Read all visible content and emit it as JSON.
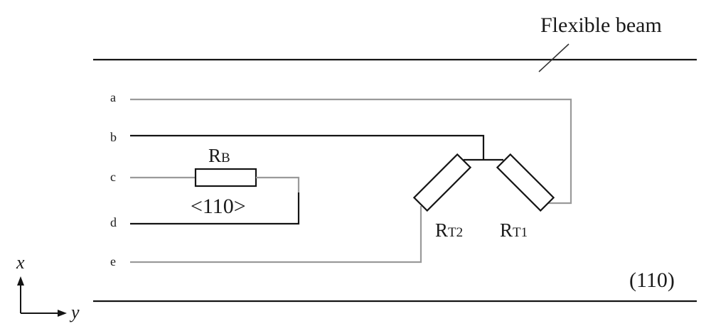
{
  "labels": {
    "beam": "Flexible beam",
    "plane": "(110)"
  },
  "terminals": [
    "a",
    "b",
    "c",
    "d",
    "e"
  ],
  "resistors": {
    "rb": {
      "main": "R",
      "sub": "B",
      "orientation": "<110>"
    },
    "rt2": {
      "main": "R",
      "sub": "T2"
    },
    "rt1": {
      "main": "R",
      "sub": "T1"
    }
  },
  "axes": {
    "x": "x",
    "y": "y"
  },
  "colors": {
    "line_dark": "#141414",
    "line_gray": "#9a9a9a"
  }
}
